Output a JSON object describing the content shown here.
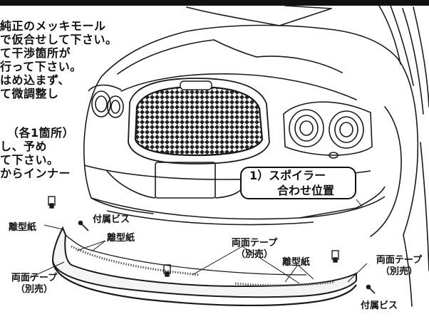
{
  "instructions": {
    "top_lines": [
      "純正のメッキモール",
      "で仮合せして下さい。",
      "て干渉箇所が",
      "行って下さい。",
      "はめ込まず、",
      "て微調整し"
    ],
    "mid_lines": [
      "（各1箇所）",
      "し、予め",
      "て下さい。",
      "からインナー"
    ]
  },
  "callout": {
    "line1": "1）スポイラー",
    "line2": "合わせ位置"
  },
  "labels": {
    "release_paper": "離型紙",
    "included_screw": "付属ビス",
    "double_tape": "両面テープ",
    "sold_separately": "（別売）"
  }
}
